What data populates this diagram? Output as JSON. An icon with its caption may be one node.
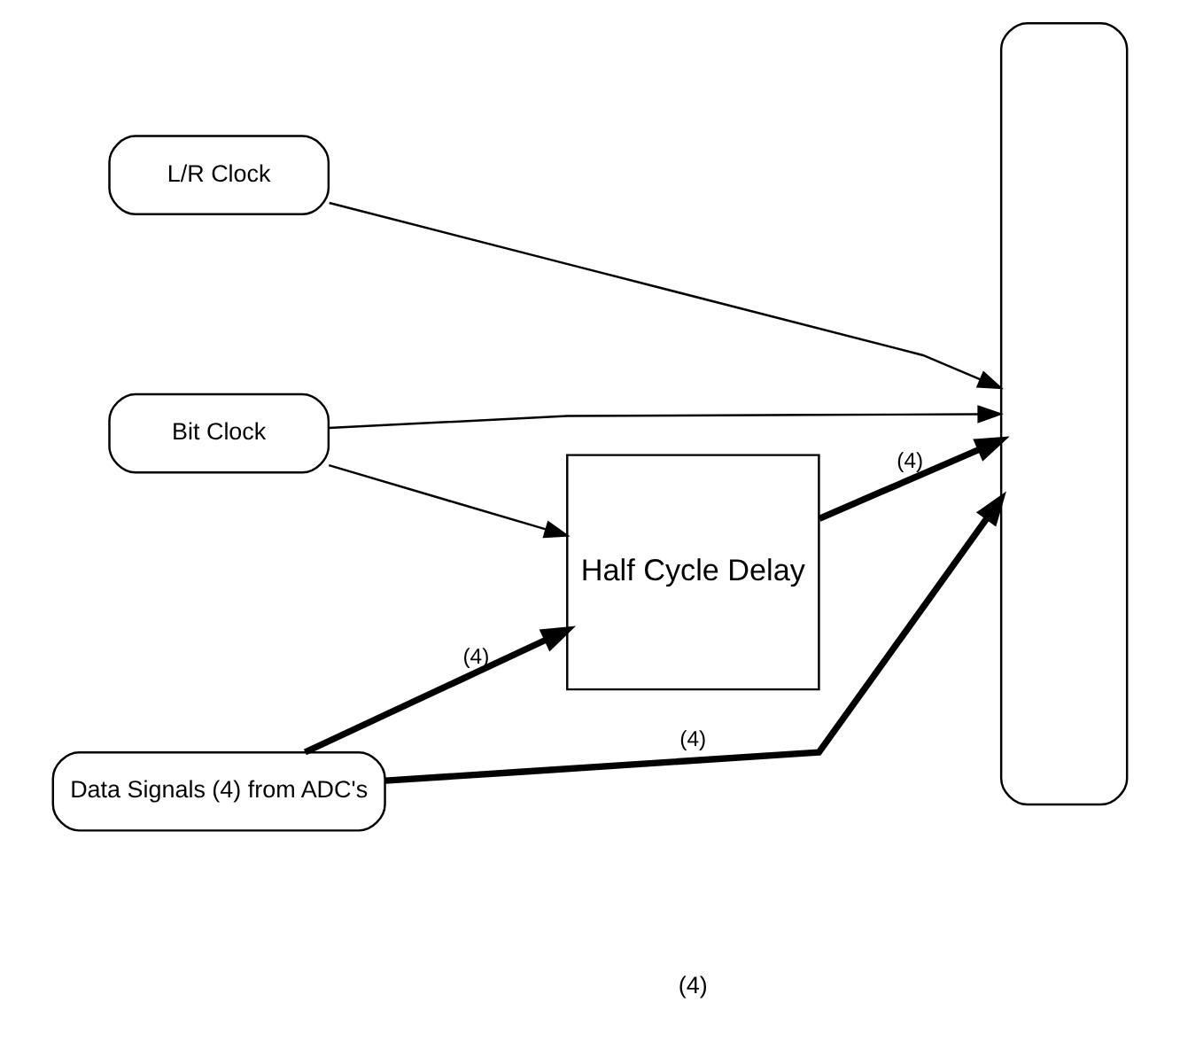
{
  "diagram": {
    "nodes": [
      {
        "text": [
          "L/R Clock"
        ]
      },
      {
        "text": [
          "Bit Clock"
        ]
      },
      {
        "text": [
          "Data Signals (4) from ADC's"
        ]
      },
      {
        "text": [
          "Half Cycle Delay"
        ]
      },
      {
        "text": [],
        "shape": "box"
      }
    ],
    "edges": [
      {
        "from": 0,
        "to": 4,
        "arrow": "to"
      },
      {
        "from": 1,
        "to": 4,
        "arrow": "to"
      },
      {
        "from": 1,
        "to": 3,
        "arrow": "to"
      },
      {
        "from": 2,
        "to": 3,
        "arrow": "to",
        "label": "(4)",
        "style": "thick"
      },
      {
        "from": 3,
        "to": 4,
        "arrow": "to",
        "label": "(4)",
        "style": "thick"
      },
      {
        "from": 2,
        "to": 4,
        "arrow": "to",
        "label": "(4)",
        "style": "thick"
      }
    ],
    "labels": [
      "(4)"
    ]
  }
}
